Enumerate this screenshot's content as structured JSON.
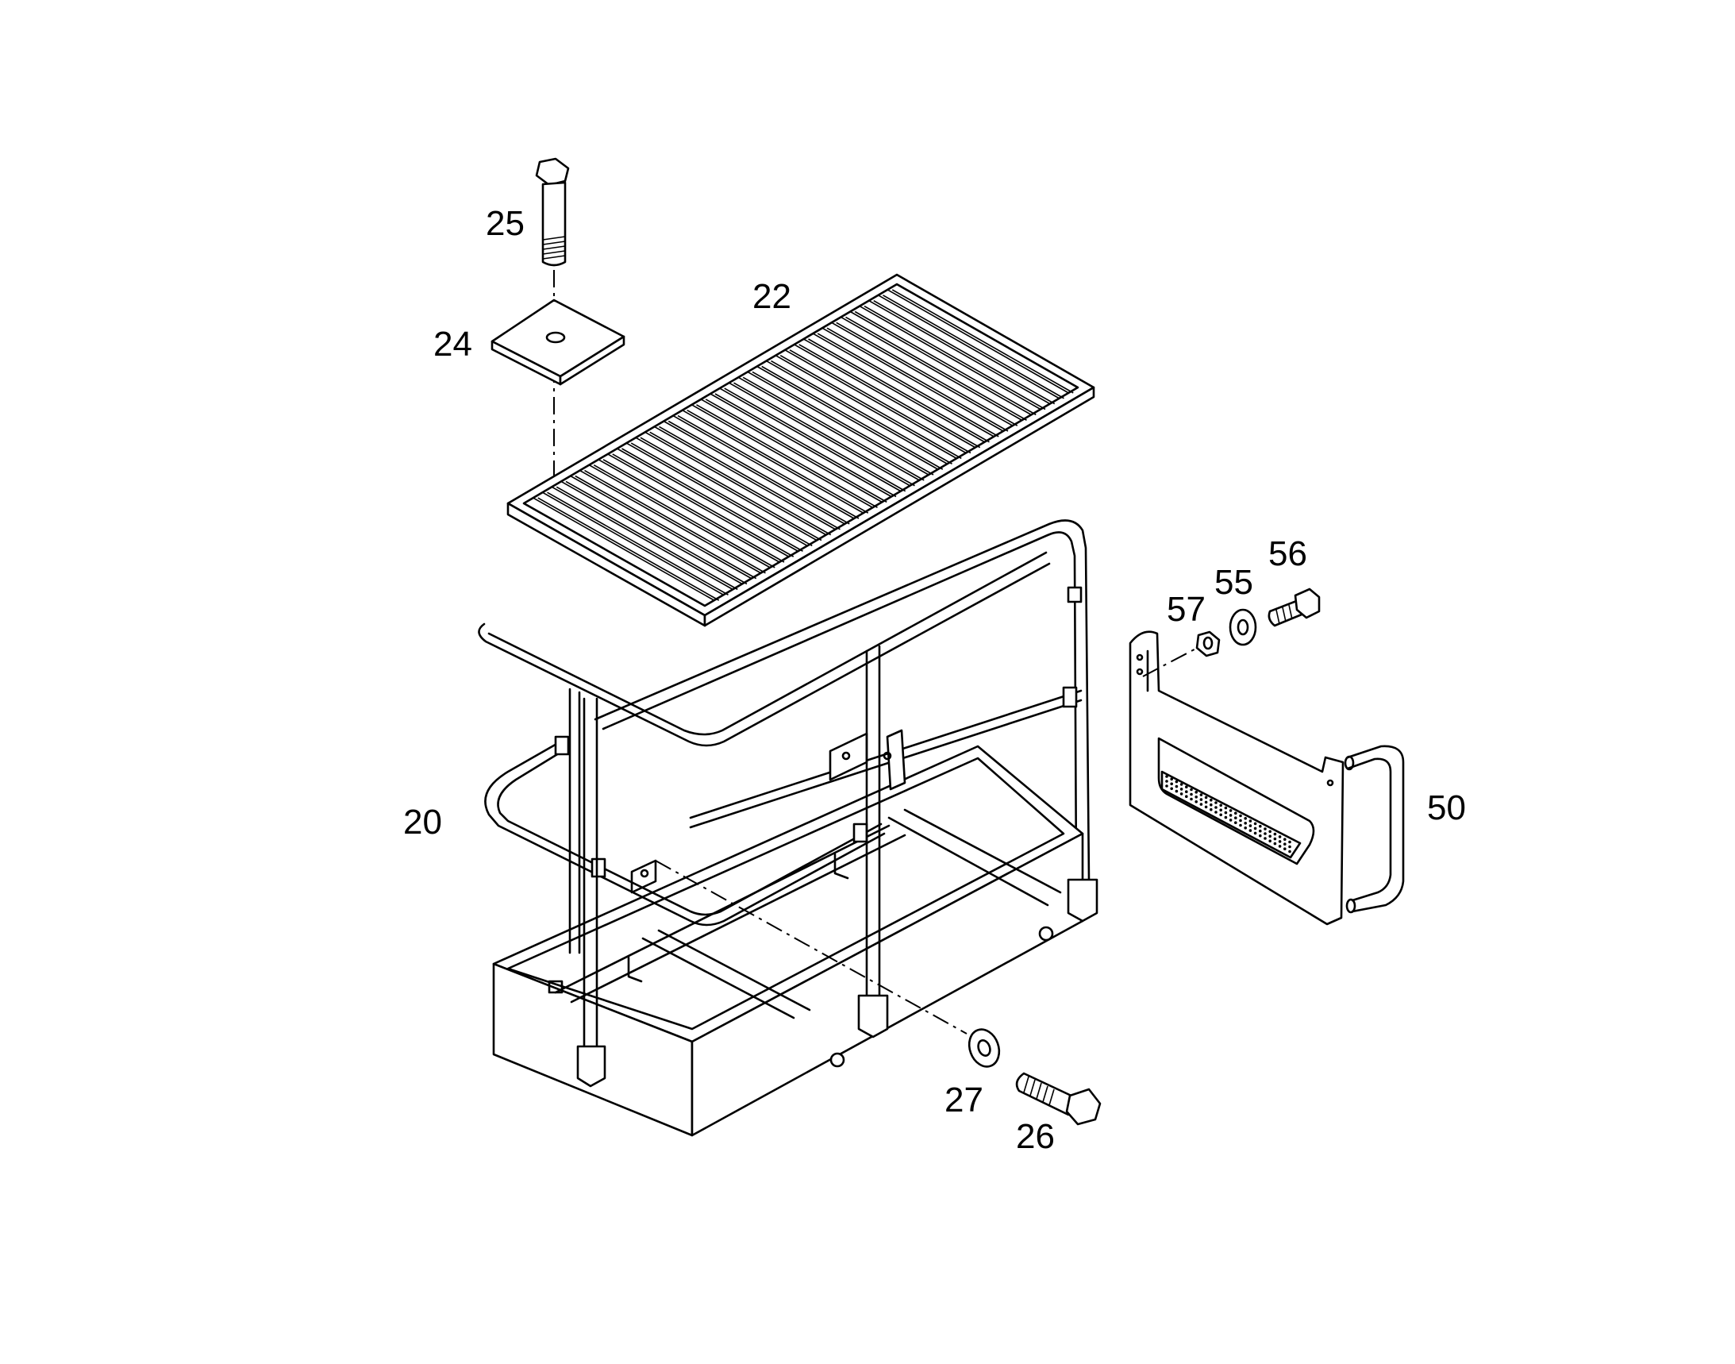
{
  "labels": {
    "p20": "20",
    "p22": "22",
    "p24": "24",
    "p25": "25",
    "p26": "26",
    "p27": "27",
    "p50": "50",
    "p55": "55",
    "p56": "56",
    "p57": "57"
  },
  "colors": {
    "line": "#000000",
    "background": "#ffffff"
  }
}
